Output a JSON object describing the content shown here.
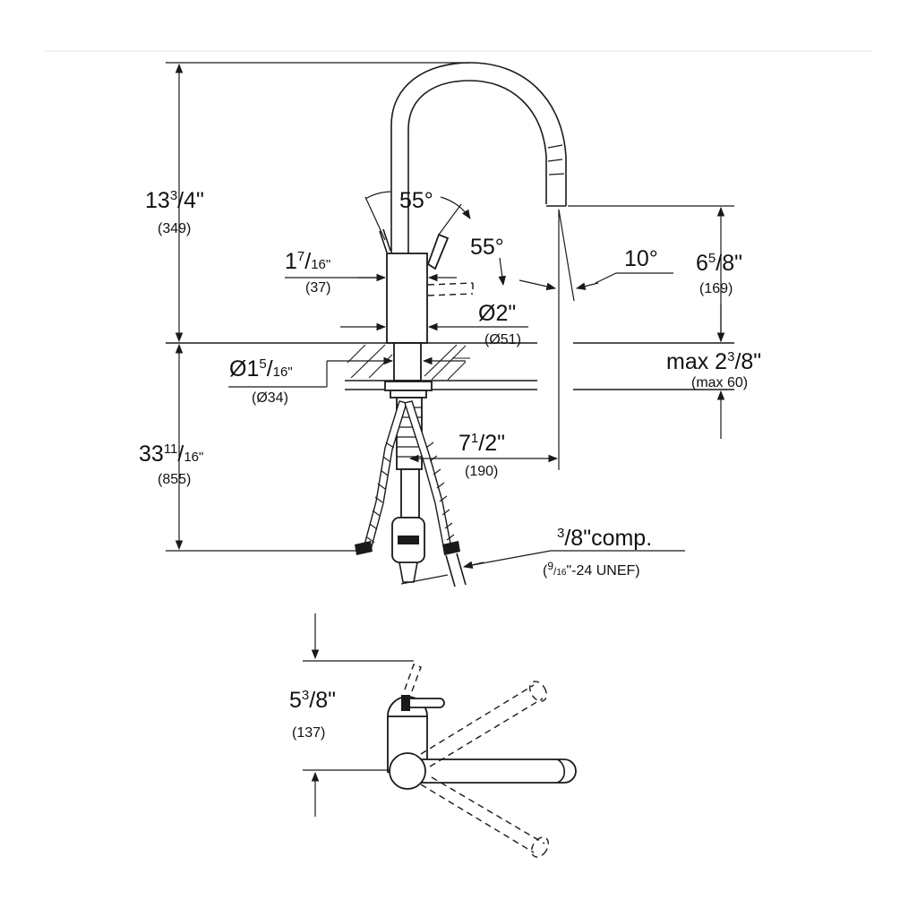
{
  "dimensions": {
    "total_height": {
      "whole": "13",
      "num": "3",
      "den": "4\"",
      "metric": "(349)"
    },
    "body_width": {
      "whole": "1",
      "num": "7",
      "den": "16\"",
      "metric": "(37)"
    },
    "lever_angle_top": "55°",
    "lever_angle_side": "55°",
    "spout_angle": "10°",
    "body_diameter": {
      "main": "Ø2\"",
      "metric": "(Ø51)"
    },
    "spout_height": {
      "whole": "6",
      "num": "5",
      "den": "8\"",
      "metric": "(169)"
    },
    "max_deck": {
      "prefix": "max 2",
      "num": "3",
      "den": "8\"",
      "metric": "(max 60)"
    },
    "hole_diameter": {
      "whole": "Ø1",
      "num": "5",
      "den": "16\"",
      "metric": "(Ø34)"
    },
    "spout_reach": {
      "whole": "7",
      "num": "1",
      "den": "2\"",
      "metric": "(190)"
    },
    "below_deck": {
      "whole": "33",
      "num": "11",
      "den": "16\"",
      "metric": "(855)"
    },
    "connection": {
      "num": "3",
      "den": "8\"comp.",
      "sub_open": "(",
      "sub_num": "9",
      "sub_den": "16",
      "sub_rest": "\"-24 UNEF)"
    },
    "top_view_depth": {
      "whole": "5",
      "num": "3",
      "den": "8\"",
      "metric": "(137)"
    }
  },
  "colors": {
    "line": "#1a1a1a",
    "background": "#ffffff"
  }
}
